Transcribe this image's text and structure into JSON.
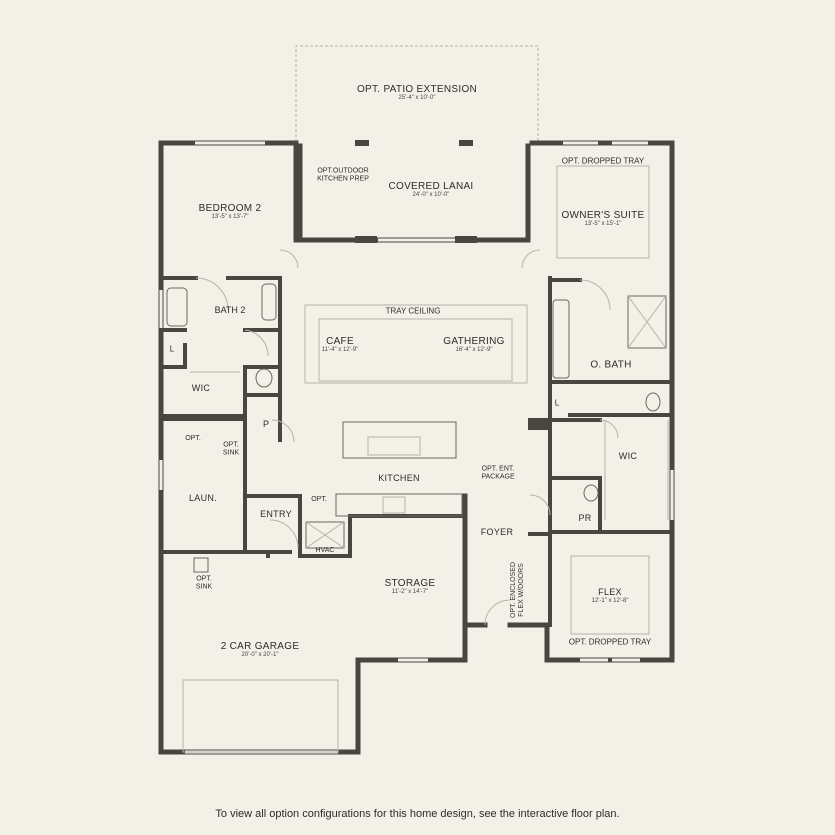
{
  "rooms": {
    "patio": {
      "name": "OPT. PATIO EXTENSION",
      "dim": "25'-4\" x 10'-0\""
    },
    "lanai": {
      "name": "COVERED LANAI",
      "dim": "24'-0\" x 10'-0\""
    },
    "outdoor_kitchen": {
      "line1": "OPT.OUTDOOR",
      "line2": "KITCHEN PREP"
    },
    "bedroom2": {
      "name": "BEDROOM 2",
      "dim": "13'-5\" x 13'-7\""
    },
    "owners_tray": {
      "name": "OPT. DROPPED TRAY"
    },
    "owners_suite": {
      "name": "OWNER'S SUITE",
      "dim": "13'-5\" x 15'-1\""
    },
    "bath2": {
      "name": "BATH 2"
    },
    "tray_ceiling": {
      "name": "TRAY CEILING"
    },
    "cafe": {
      "name": "CAFE",
      "dim": "11'-4\" x 12'-9\""
    },
    "gathering": {
      "name": "GATHERING",
      "dim": "16'-4\" x 12'-9\""
    },
    "obath": {
      "name": "O. BATH"
    },
    "linen_left": {
      "name": "L"
    },
    "linen_right": {
      "name": "L"
    },
    "wic_left": {
      "name": "WIC"
    },
    "wic_right": {
      "name": "WIC"
    },
    "pantry": {
      "name": "P"
    },
    "opt_laundry": {
      "name": "OPT."
    },
    "opt_sink_laundry": {
      "line1": "OPT.",
      "line2": "SINK"
    },
    "kitchen": {
      "name": "KITCHEN"
    },
    "opt_kitchen": {
      "name": "OPT."
    },
    "opt_ent_package": {
      "line1": "OPT. ENT.",
      "line2": "PACKAGE"
    },
    "laundry": {
      "name": "LAUN."
    },
    "entry": {
      "name": "ENTRY"
    },
    "hvac": {
      "name": "HVAC"
    },
    "foyer": {
      "name": "FOYER"
    },
    "pr": {
      "name": "PR"
    },
    "opt_enclosed_flex": {
      "line1": "OPT. ENCLOSED",
      "line2": "FLEX W/DOORS"
    },
    "opt_sink_garage": {
      "line1": "OPT.",
      "line2": "SINK"
    },
    "storage": {
      "name": "STORAGE",
      "dim": "11'-2\" x 14'-7\""
    },
    "flex": {
      "name": "FLEX",
      "dim": "12'-1\" x 12'-8\""
    },
    "flex_tray": {
      "name": "OPT. DROPPED TRAY"
    },
    "garage": {
      "name": "2 CAR GARAGE",
      "dim": "20'-0\" x 20'-1\""
    }
  },
  "footer": "To view all option configurations for this home design, see the interactive floor plan."
}
